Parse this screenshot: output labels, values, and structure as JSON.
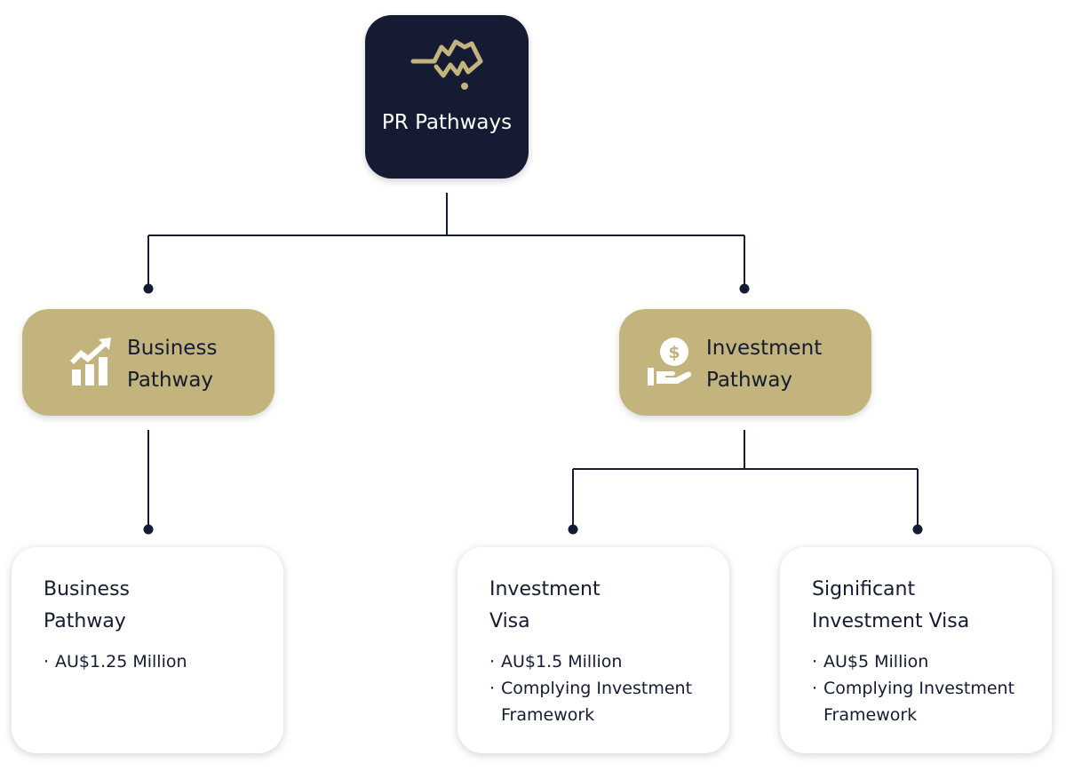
{
  "root": {
    "title": "PR Pathways",
    "icon": "australia-map-icon"
  },
  "branches": [
    {
      "label": "Business Pathway",
      "icon": "growth-chart-icon"
    },
    {
      "label": "Investment Pathway",
      "icon": "hand-coin-icon"
    }
  ],
  "leaves": [
    {
      "title": "Business Pathway",
      "items": [
        "AU$1.25 Million"
      ]
    },
    {
      "title": "Investment Visa",
      "items": [
        "AU$1.5 Million",
        "Complying Investment Framework"
      ]
    },
    {
      "title": "Significant Investment Visa",
      "items": [
        "AU$5 Million",
        "Complying Investment Framework"
      ]
    }
  ],
  "colors": {
    "navy": "#141b33",
    "gold": "#c2b47c",
    "white": "#ffffff"
  }
}
